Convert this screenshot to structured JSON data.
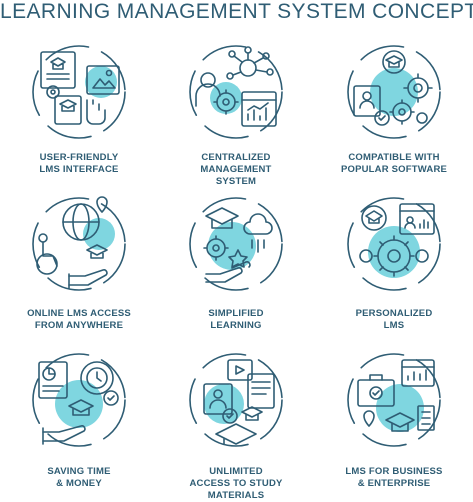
{
  "title": "LEARNING MANAGEMENT SYSTEM CONCEPTS",
  "colors": {
    "stroke": "#2f5d74",
    "accent": "#7fd6e0",
    "text": "#2f5d74"
  },
  "items": [
    {
      "icon": "user-friendly-interface-icon",
      "lines": [
        "USER-FRIENDLY",
        "LMS INTERFACE"
      ]
    },
    {
      "icon": "centralized-system-icon",
      "lines": [
        "CENTRALIZED",
        "MANAGEMENT",
        "SYSTEM"
      ]
    },
    {
      "icon": "compatible-software-icon",
      "lines": [
        "COMPATIBLE WITH",
        "POPULAR SOFTWARE"
      ]
    },
    {
      "icon": "online-access-icon",
      "lines": [
        "ONLINE LMS ACCESS",
        "FROM ANYWHERE"
      ]
    },
    {
      "icon": "simplified-learning-icon",
      "lines": [
        "SIMPLIFIED",
        "LEARNING"
      ]
    },
    {
      "icon": "personalized-lms-icon",
      "lines": [
        "PERSONALIZED",
        "LMS"
      ]
    },
    {
      "icon": "saving-time-money-icon",
      "lines": [
        "SAVING TIME",
        "& MONEY"
      ]
    },
    {
      "icon": "study-materials-icon",
      "lines": [
        "UNLIMITED",
        "ACCESS TO STUDY",
        "MATERIALS"
      ]
    },
    {
      "icon": "business-enterprise-icon",
      "lines": [
        "LMS FOR BUSINESS",
        "& ENTERPRISE"
      ]
    }
  ]
}
